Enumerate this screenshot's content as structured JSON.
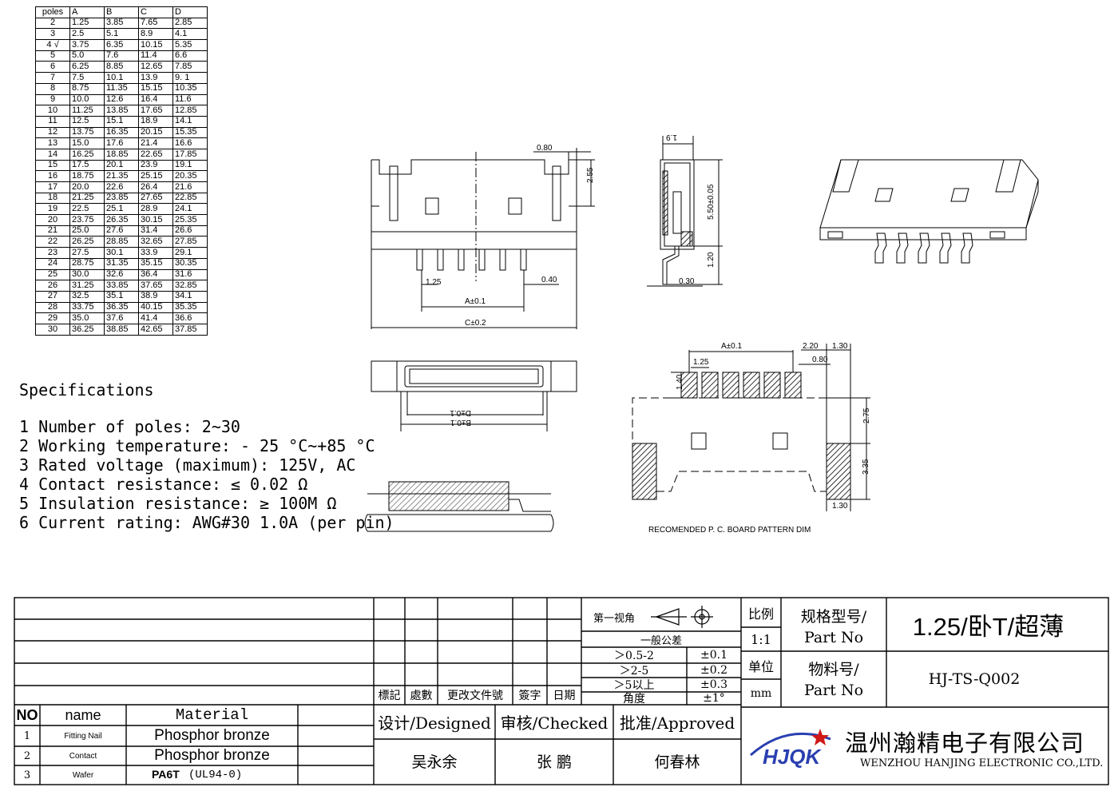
{
  "dimension_table": {
    "headers": [
      "poles",
      "A",
      "B",
      "C",
      "D"
    ],
    "rows": [
      [
        "2",
        "1.25",
        "3.85",
        "7.65",
        "2.85"
      ],
      [
        "3",
        "2.5",
        "5.1",
        "8.9",
        "4.1"
      ],
      [
        "4 √",
        "3.75",
        "6.35",
        "10.15",
        "5.35"
      ],
      [
        "5",
        "5.0",
        "7.6",
        "11.4",
        "6.6"
      ],
      [
        "6",
        "6.25",
        "8.85",
        "12.65",
        "7.85"
      ],
      [
        "7",
        "7.5",
        "10.1",
        "13.9",
        "9. 1"
      ],
      [
        "8",
        "8.75",
        "11.35",
        "15.15",
        "10.35"
      ],
      [
        "9",
        "10.0",
        "12.6",
        "16.4",
        "11.6"
      ],
      [
        "10",
        "11.25",
        "13.85",
        "17.65",
        "12.85"
      ],
      [
        "11",
        "12.5",
        "15.1",
        "18.9",
        "14.1"
      ],
      [
        "12",
        "13.75",
        "16.35",
        "20.15",
        "15.35"
      ],
      [
        "13",
        "15.0",
        "17.6",
        "21.4",
        "16.6"
      ],
      [
        "14",
        "16.25",
        "18.85",
        "22.65",
        "17.85"
      ],
      [
        "15",
        "17.5",
        "20.1",
        "23.9",
        "19.1"
      ],
      [
        "16",
        "18.75",
        "21.35",
        "25.15",
        "20.35"
      ],
      [
        "17",
        "20.0",
        "22.6",
        "26.4",
        "21.6"
      ],
      [
        "18",
        "21.25",
        "23.85",
        "27.65",
        "22.85"
      ],
      [
        "19",
        "22.5",
        "25.1",
        "28.9",
        "24.1"
      ],
      [
        "20",
        "23.75",
        "26.35",
        "30.15",
        "25.35"
      ],
      [
        "21",
        "25.0",
        "27.6",
        "31.4",
        "26.6"
      ],
      [
        "22",
        "26.25",
        "28.85",
        "32.65",
        "27.85"
      ],
      [
        "23",
        "27.5",
        "30.1",
        "33.9",
        "29.1"
      ],
      [
        "24",
        "28.75",
        "31.35",
        "35.15",
        "30.35"
      ],
      [
        "25",
        "30.0",
        "32.6",
        "36.4",
        "31.6"
      ],
      [
        "26",
        "31.25",
        "33.85",
        "37.65",
        "32.85"
      ],
      [
        "27",
        "32.5",
        "35.1",
        "38.9",
        "34.1"
      ],
      [
        "28",
        "33.75",
        "36.35",
        "40.15",
        "35.35"
      ],
      [
        "29",
        "35.0",
        "37.6",
        "41.4",
        "36.6"
      ],
      [
        "30",
        "36.25",
        "38.85",
        "42.65",
        "37.85"
      ]
    ]
  },
  "specifications": {
    "title": "Specifications",
    "items": [
      "1 Number of poles: 2~30",
      "2 Working temperature: - 25 °C~+85 °C",
      "3 Rated voltage (maximum): 125V, AC",
      "4 Contact resistance: ≤ 0.02 Ω",
      "5 Insulation resistance: ≥ 100M Ω",
      "6 Current rating: AWG#30 1.0A  (per pin)"
    ]
  },
  "dimensions": {
    "d080": "0.80",
    "d255": "2.55",
    "d125": "1.25",
    "d040": "0.40",
    "a": "A±0.1",
    "c": "C±0.2",
    "d19": "1.9",
    "d550": "5.50±0.05",
    "d120": "1.20",
    "d030": "0.30",
    "d": "D±0.1",
    "b": "B±0.1",
    "pcb_a": "A±0.1",
    "d220": "2.20",
    "d130": "1.30",
    "d080b": "0.80",
    "d125b": "1.25",
    "d140": "1.40",
    "d275": "2.75",
    "d335": "3.35",
    "d130b": "1.30",
    "pcb_caption": "RECOMENDED P. C. BOARD PATTERN DIM"
  },
  "title_block": {
    "revision_headers": [
      "標記",
      "處數",
      "更改文件號",
      "簽字",
      "日期"
    ],
    "bom_headers": [
      "NO",
      "name",
      "Material"
    ],
    "bom_rows": [
      {
        "no": "1",
        "name": "Fitting Nail",
        "material": "Phosphor bronze"
      },
      {
        "no": "2",
        "name": "Contact",
        "material": "Phosphor bronze"
      },
      {
        "no": "3",
        "name": "Wafer",
        "material": "PA6T",
        "material_note": "(UL94-0)"
      }
    ],
    "designed_label": "设计/Designed",
    "checked_label": "审核/Checked",
    "approved_label": "批准/Approved",
    "designer": "吴永余",
    "checker": "张 鹏",
    "approver": "何春林",
    "projection_label": "第一视角",
    "tolerance_title": "一般公差",
    "tolerances": [
      {
        "range": "＞0.5-2",
        "value": "±0.1"
      },
      {
        "range": "＞2-5",
        "value": "±0.2"
      },
      {
        "range": "＞5以上",
        "value": "±0.3"
      },
      {
        "range": "角度",
        "value": "±1°"
      }
    ],
    "scale_label": "比例",
    "scale_value": "1:1",
    "unit_label": "单位",
    "unit_value": "mm",
    "model_label": "规格型号/",
    "model_label_en": "Part No",
    "model_value": "1.25/卧T/超薄",
    "material_no_label": "物料号/",
    "material_no_label_en": "Part No",
    "part_number": "HJ-TS-Q002",
    "logo_text": "HJQK",
    "company_cn": "温州瀚精电子有限公司",
    "company_en": "WENZHOU HANJING ELECTRONIC CO.,LTD."
  }
}
